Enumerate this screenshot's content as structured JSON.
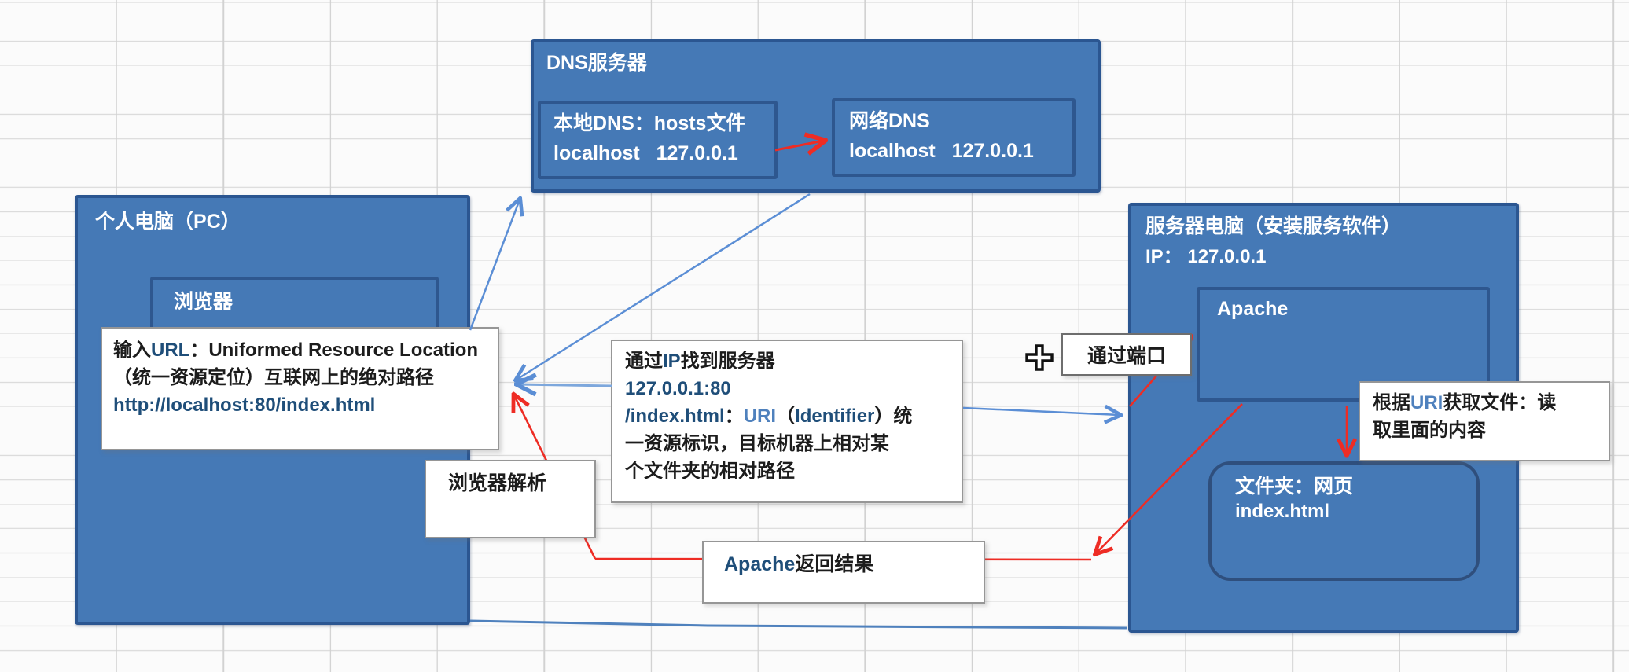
{
  "nodes": {
    "dns": {
      "title": "DNS服务器",
      "local_box": {
        "line1": "本地DNS：hosts文件",
        "line2": "localhost   127.0.0.1"
      },
      "net_box": {
        "line1": "网络DNS",
        "line2": "localhost   127.0.0.1"
      }
    },
    "pc": {
      "title": "个人电脑（PC）",
      "browser_label": "浏览器"
    },
    "server": {
      "title": "服务器电脑（安装服务软件）",
      "ip_line": "IP： 127.0.0.1",
      "apache_label": "Apache",
      "folder": {
        "line1": "文件夹：网页",
        "line2": "index.html"
      }
    }
  },
  "annotations": {
    "url_note": {
      "lines": [
        [
          {
            "t": "输入"
          },
          {
            "t": "URL",
            "c": "navy"
          },
          {
            "t": "：Uniformed Resource Location"
          }
        ],
        [
          {
            "t": "（统一资源定位）互联网上的绝对路径"
          }
        ],
        [
          {
            "t": "http://localhost:80/index.html",
            "c": "navy"
          }
        ]
      ]
    },
    "ip_note": {
      "lines": [
        [
          {
            "t": "通过"
          },
          {
            "t": "IP",
            "c": "navy"
          },
          {
            "t": "找到服务器"
          }
        ],
        [
          {
            "t": "127.0.0.1:80",
            "c": "navy"
          }
        ],
        [
          {
            "t": "/index.html",
            "c": "navy"
          },
          {
            "t": "："
          },
          {
            "t": "URI",
            "c": "blue"
          },
          {
            "t": "（"
          },
          {
            "t": "Identifier",
            "c": "navy"
          },
          {
            "t": "）统"
          }
        ],
        [
          {
            "t": "一资源标识，目标机器上相对某"
          }
        ],
        [
          {
            "t": "个文件夹的相对路径"
          }
        ]
      ]
    },
    "port_note": {
      "label": "通过端口"
    },
    "parse_note": {
      "label": "浏览器解析"
    },
    "return_note": {
      "segs": [
        {
          "t": "Apache",
          "c": "navy"
        },
        {
          "t": "返回结果"
        }
      ]
    },
    "uri_note": {
      "lines": [
        [
          {
            "t": "根据"
          },
          {
            "t": "URI",
            "c": "blue"
          },
          {
            "t": "获取文件：读"
          }
        ],
        [
          {
            "t": "取里面的内容"
          }
        ]
      ]
    }
  },
  "icons": {
    "cursor": "move-cursor-icon"
  },
  "colors": {
    "box_fill": "#4579b6",
    "box_border": "#2b5691",
    "arrow_blue": "#5b8ed5",
    "arrow_red": "#ee2c24",
    "text_navy": "#1f4e79",
    "text_link_blue": "#4f81bd",
    "grid_line": "#d6d6d6"
  }
}
